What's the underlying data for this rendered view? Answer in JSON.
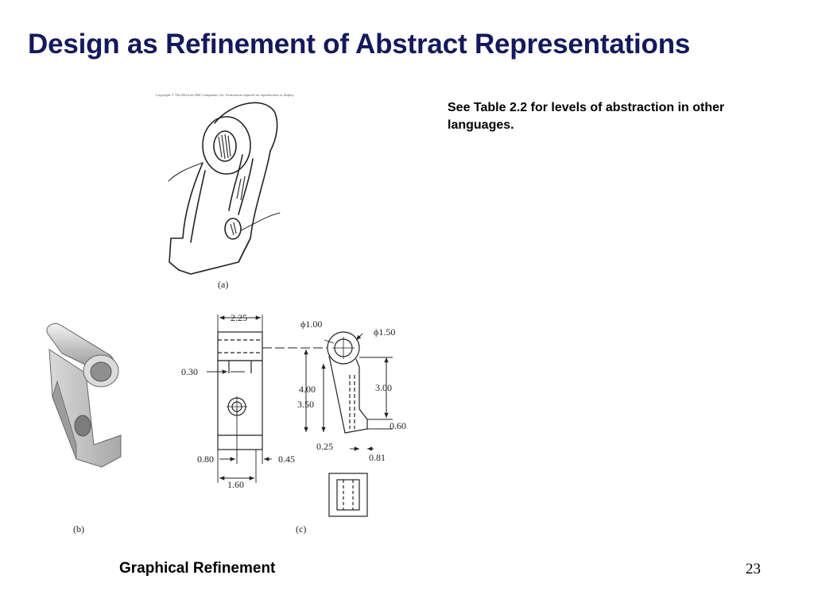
{
  "slide": {
    "title": "Design as Refinement of Abstract Representations",
    "note": "See Table 2.2 for levels of abstraction in other languages.",
    "caption": "Graphical Refinement",
    "page_number": "23"
  },
  "figure": {
    "copyright": "Copyright © The McGraw-Hill Companies, Inc. Permission required for reproduction or display.",
    "panel_a_label": "(a)",
    "panel_b_label": "(b)",
    "panel_c_label": "(c)",
    "dimensions": {
      "width_top": "2.25",
      "slot": "0.30",
      "height_total": "4.00",
      "height_hole": "3.50",
      "bottom_left": "0.80",
      "bottom_right": "0.45",
      "bottom_total": "1.60",
      "hole_dia_inner": "ϕ1.00",
      "hole_dia_outer": "ϕ1.50",
      "side_height": "3.00",
      "side_foot": "0.60",
      "side_offset": "0.25",
      "side_width": "0.81"
    }
  }
}
